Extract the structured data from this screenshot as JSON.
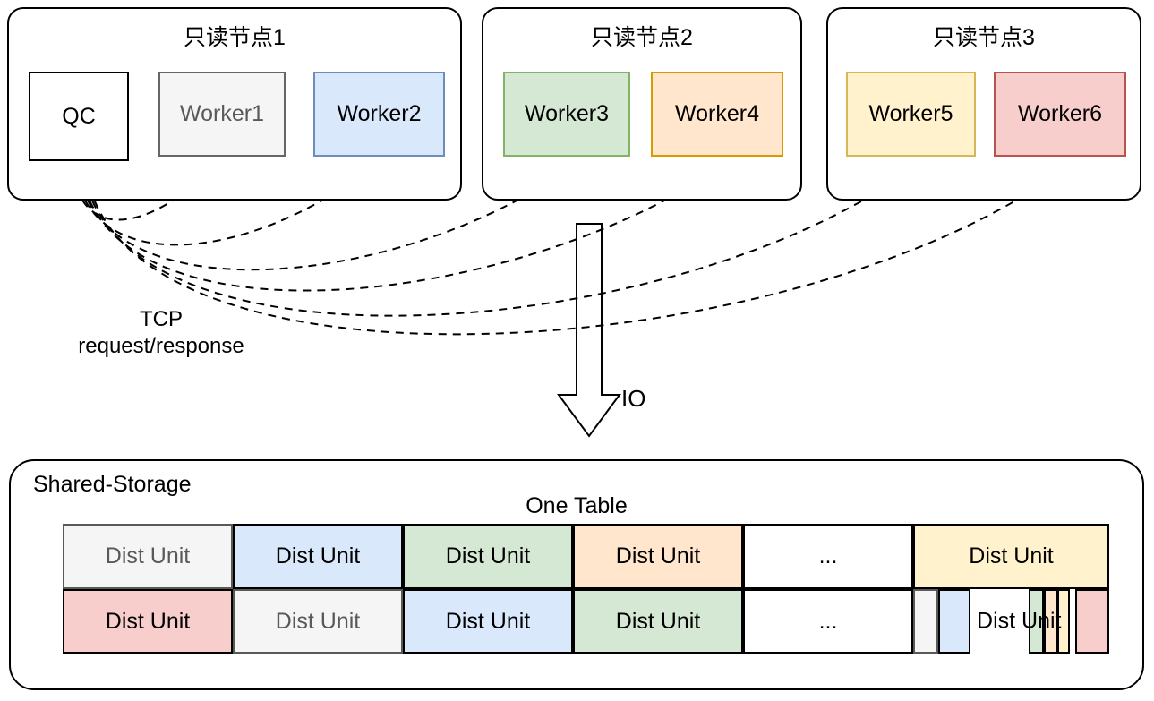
{
  "colors": {
    "gray_fill": "#f5f5f5",
    "gray_border": "#666666",
    "blue_fill": "#dae8fc",
    "blue_border": "#6c8ebf",
    "green_fill": "#d5e8d4",
    "green_border": "#82b366",
    "orange_fill": "#ffe6cc",
    "orange_border": "#d79b00",
    "yellow_fill": "#fff2cc",
    "yellow_border": "#d6b656",
    "red_fill": "#f8cecc",
    "red_border": "#b85450",
    "line": "#000000"
  },
  "nodes": [
    {
      "title": "只读节点1",
      "workers": [
        {
          "label": "QC",
          "color": "white"
        },
        {
          "label": "Worker1",
          "color": "gray"
        },
        {
          "label": "Worker2",
          "color": "blue"
        }
      ]
    },
    {
      "title": "只读节点2",
      "workers": [
        {
          "label": "Worker3",
          "color": "green"
        },
        {
          "label": "Worker4",
          "color": "orange"
        }
      ]
    },
    {
      "title": "只读节点3",
      "workers": [
        {
          "label": "Worker5",
          "color": "yellow"
        },
        {
          "label": "Worker6",
          "color": "red"
        }
      ]
    }
  ],
  "annotations": {
    "tcp_line1": "TCP",
    "tcp_line2": "request/response",
    "io": "IO"
  },
  "storage": {
    "title": "Shared-Storage",
    "table_title": "One Table",
    "row1": [
      {
        "label": "Dist Unit",
        "color": "gray"
      },
      {
        "label": "Dist Unit",
        "color": "blue"
      },
      {
        "label": "Dist Unit",
        "color": "green"
      },
      {
        "label": "Dist Unit",
        "color": "orange"
      },
      {
        "label": "...",
        "color": "white"
      },
      {
        "label": "Dist Unit",
        "color": "yellow"
      }
    ],
    "row2": [
      {
        "label": "Dist Unit",
        "color": "red"
      },
      {
        "label": "Dist Unit",
        "color": "gray"
      },
      {
        "label": "Dist Unit",
        "color": "blue"
      },
      {
        "label": "Dist Unit",
        "color": "green"
      },
      {
        "label": "...",
        "color": "white"
      }
    ],
    "row2_fragments_label": "Dist Unit",
    "row2_fragment_colors": [
      "gray",
      "blue",
      "green",
      "orange",
      "yellow",
      "red"
    ]
  }
}
